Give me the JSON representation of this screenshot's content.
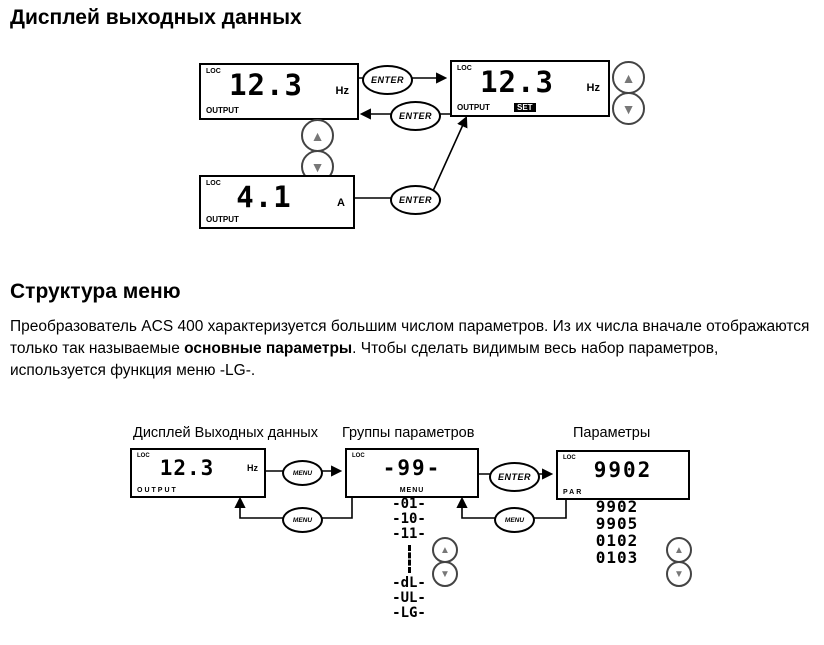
{
  "headings": {
    "section1": "Дисплей выходных данных",
    "section2": "Структура меню"
  },
  "paragraph": {
    "text1": "Преобразователь ACS 400 характеризуется большим числом параметров. Из их числа вначале отображаются только так называемые ",
    "bold": "основные параметры",
    "text2": ". Чтобы сделать видимым весь набор параметров, используется функция меню -LG-."
  },
  "buttons": {
    "enter": "ENTER",
    "menu": "MENU",
    "up_icon": "▲",
    "down_icon": "▼"
  },
  "diagram1": {
    "display_hz_left": {
      "mode": "LOC",
      "value": "12.3",
      "unit": "Hz",
      "status": "OUTPUT"
    },
    "display_hz_right": {
      "mode": "LOC",
      "value": "12.3",
      "unit": "Hz",
      "status": "OUTPUT",
      "badge": "SET"
    },
    "display_amp": {
      "mode": "LOC",
      "value": "4.1",
      "unit": "A",
      "status": "OUTPUT"
    }
  },
  "diagram2": {
    "label_output": "Дисплей Выходных данных",
    "label_groups": "Группы параметров",
    "label_parameters": "Параметры",
    "display_output": {
      "mode": "LOC",
      "value": "12.3",
      "unit": "Hz",
      "status": "OUTPUT"
    },
    "display_group": {
      "mode": "LOC",
      "value": "-99-",
      "status": "MENU"
    },
    "display_param": {
      "mode": "LOC",
      "value": "9902",
      "status": "PAR"
    },
    "group_list": [
      "-01-",
      "-10-",
      "-11-",
      "-dL-",
      "-UL-",
      "-LG-"
    ],
    "param_list": [
      "9902",
      "9905",
      "0102",
      "0103"
    ]
  }
}
